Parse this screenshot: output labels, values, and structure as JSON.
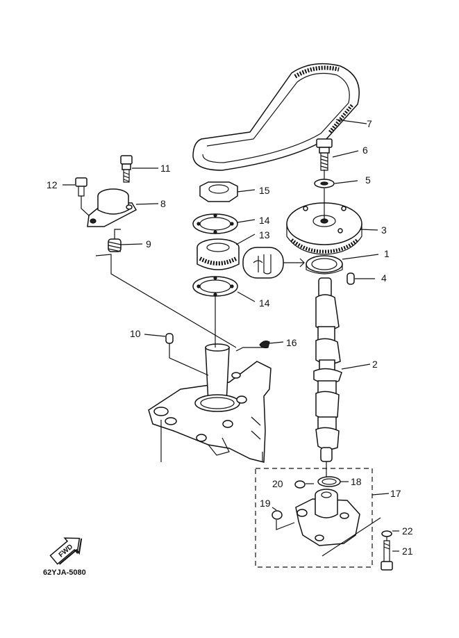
{
  "diagram": {
    "part_numbers": [
      "1",
      "2",
      "3",
      "4",
      "5",
      "6",
      "7",
      "8",
      "9",
      "10",
      "11",
      "12",
      "13",
      "14",
      "14",
      "15",
      "16",
      "17",
      "18",
      "19",
      "20",
      "21",
      "22"
    ],
    "fwd_label": "FWD",
    "drawing_code": "62YJA-5080"
  }
}
